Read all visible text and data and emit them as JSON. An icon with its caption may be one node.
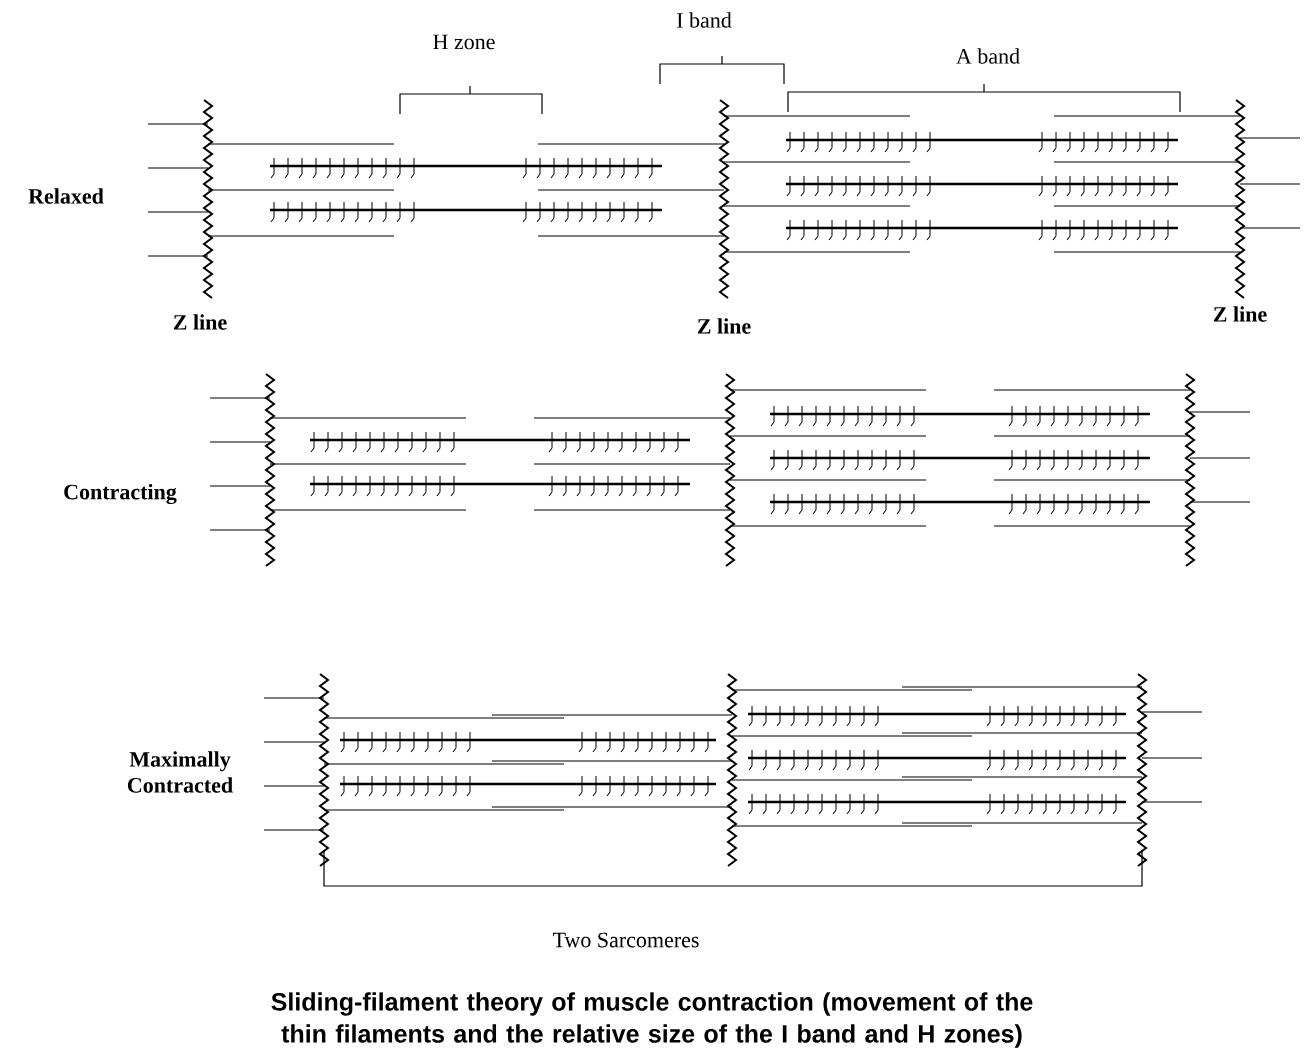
{
  "diagram": {
    "caption": "Sliding-filament theory of muscle contraction (movement of the thin filaments and the relative size of the I band and H zones)",
    "labels": [
      "I band",
      "H zone",
      "A band",
      "Relaxed",
      "Z line",
      "Z line",
      "Z line",
      "Contracting",
      "Maximally Contracted",
      "Two Sarcomeres"
    ]
  }
}
